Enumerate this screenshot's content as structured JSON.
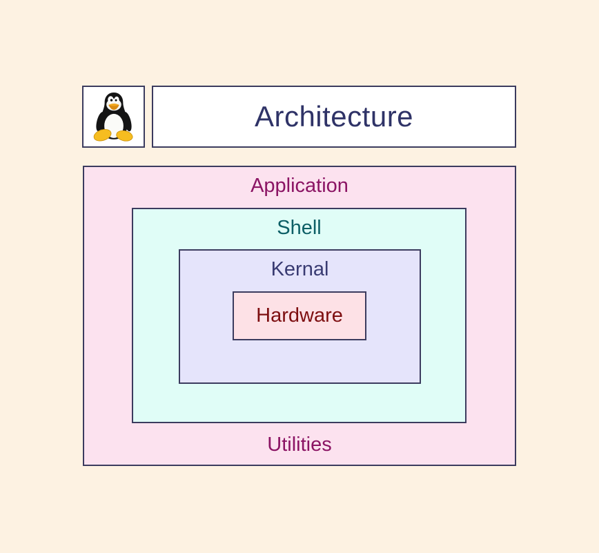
{
  "header": {
    "title": "Architecture",
    "logo": "tux-penguin-icon"
  },
  "diagram": {
    "layers": [
      {
        "id": "application",
        "label": "Application",
        "bg": "#fce2ef",
        "text_color": "#8b1464"
      },
      {
        "id": "shell",
        "label": "Shell",
        "bg": "#e0fdf7",
        "text_color": "#0d5f66"
      },
      {
        "id": "kernal",
        "label": "Kernal",
        "bg": "#e5e4fb",
        "text_color": "#393b72"
      },
      {
        "id": "hardware",
        "label": "Hardware",
        "bg": "#fde1e6",
        "text_color": "#7d0e10"
      }
    ],
    "bottom_label": "Utilities",
    "border_color": "#3b3b5e",
    "page_background": "#fdf2e2",
    "header_background": "#ffffff",
    "title_color": "#2f3367"
  }
}
